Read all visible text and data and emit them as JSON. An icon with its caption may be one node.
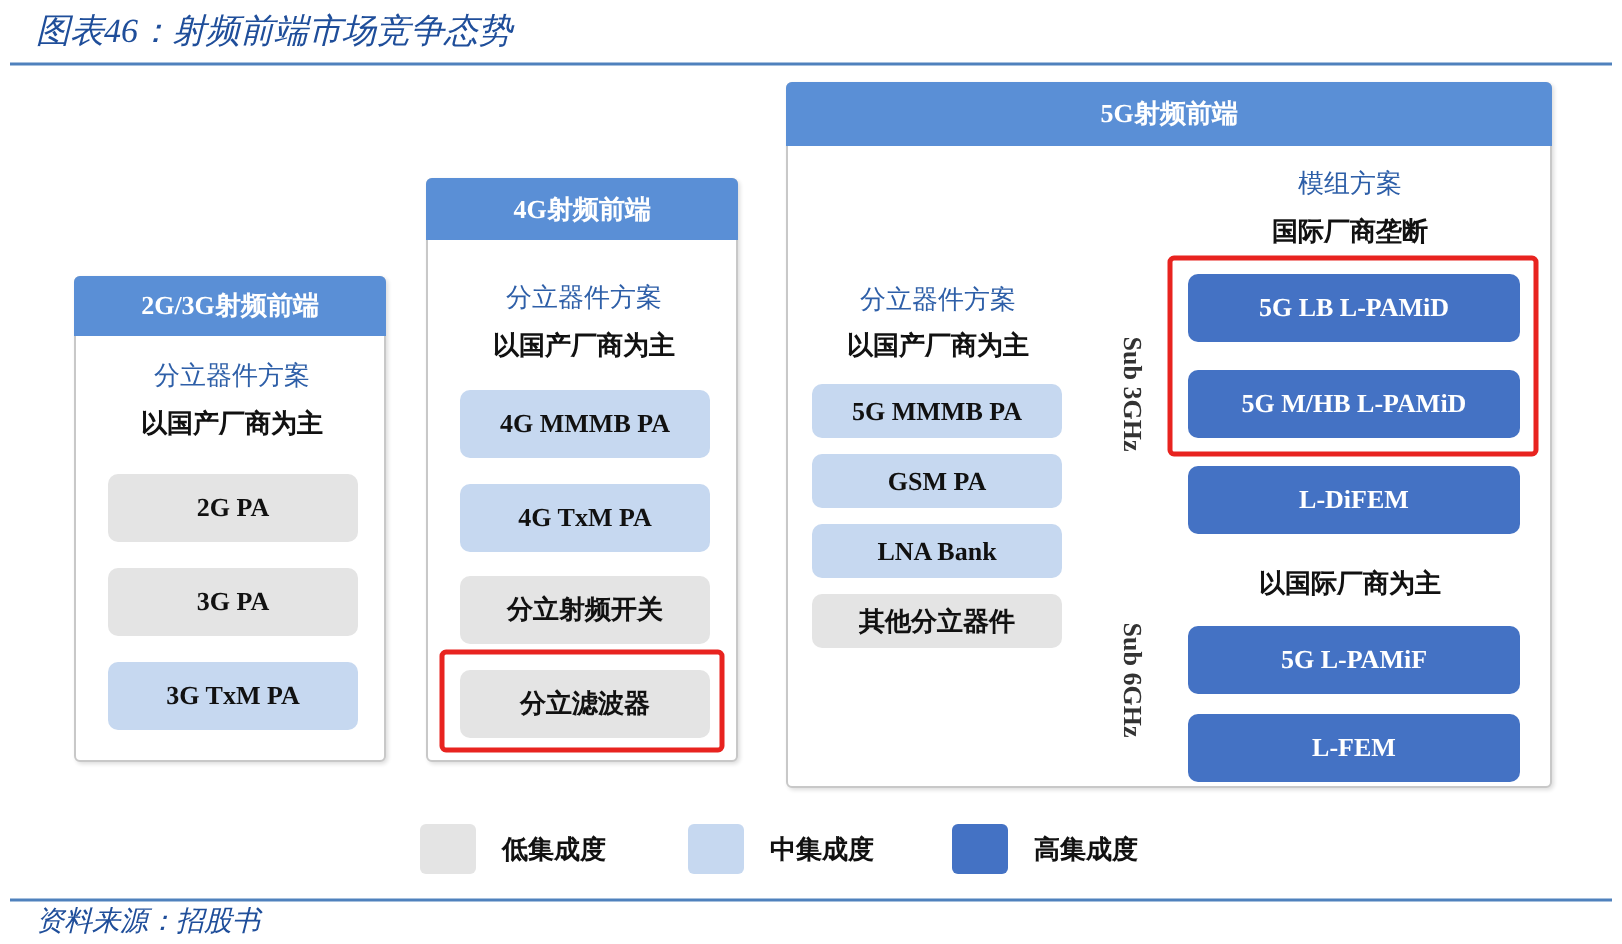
{
  "diagram": {
    "title": "图表46：射频前端市场竞争态势",
    "caption": "资料来源：招股书",
    "nodes": [
      {
        "text": [
          "2G/3G射频前端",
          "分立器件方案",
          "以国产厂商为主"
        ]
      },
      {
        "text": [
          "2G PA"
        ],
        "in": 0
      },
      {
        "text": [
          "3G PA"
        ],
        "in": 0
      },
      {
        "text": [
          "3G TxM PA"
        ],
        "in": 0
      },
      {
        "text": [
          "4G射频前端",
          "分立器件方案",
          "以国产厂商为主"
        ]
      },
      {
        "text": [
          "4G MMMB PA"
        ],
        "in": 4
      },
      {
        "text": [
          "4G TxM PA"
        ],
        "in": 4
      },
      {
        "text": [
          "分立射频开关"
        ],
        "in": 4
      },
      {
        "text": [
          "分立滤波器"
        ],
        "in": 4
      },
      {
        "text": [
          "5G射频前端",
          "分立器件方案",
          "以国产厂商为主"
        ]
      },
      {
        "text": [
          "5G MMMB PA"
        ],
        "in": 9
      },
      {
        "text": [
          "GSM PA"
        ],
        "in": 9
      },
      {
        "text": [
          "LNA Bank"
        ],
        "in": 9
      },
      {
        "text": [
          "其他分立器件"
        ],
        "in": 9
      },
      {
        "text": [
          "5G LB L-PAMiD"
        ],
        "in": 9
      },
      {
        "text": [
          "5G M/HB L-PAMiD"
        ],
        "in": 9
      },
      {
        "text": [
          "L-DiFEM"
        ],
        "in": 9
      },
      {
        "text": [
          "5G L-PAMiF"
        ],
        "in": 9
      },
      {
        "text": [
          "L-FEM"
        ],
        "in": 9
      }
    ],
    "edges": [],
    "labels": [
      "模组方案",
      "国际厂商垄断",
      "Sub 3GHz",
      "以国际厂商为主",
      "Sub 6GHz"
    ],
    "legend": [
      {
        "text": "低集成度",
        "color": "#e4e4e4"
      },
      {
        "text": "中集成度",
        "color": "#c6d8f0"
      },
      {
        "text": "高集成度",
        "color": "#4472c4"
      }
    ]
  }
}
